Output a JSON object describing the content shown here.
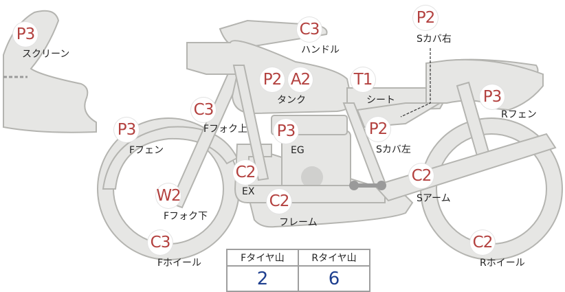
{
  "parts": [
    {
      "id": "screen",
      "grade": "P3",
      "label": "スクリーン"
    },
    {
      "id": "handle",
      "grade": "C3",
      "label": "ハンドル"
    },
    {
      "id": "scover-r",
      "grade": "P2",
      "label": "Sカバ右"
    },
    {
      "id": "tank",
      "grades": [
        "P2",
        "A2"
      ],
      "label": "タンク"
    },
    {
      "id": "seat",
      "grade": "T1",
      "label": "シート"
    },
    {
      "id": "rfender",
      "grade": "P3",
      "label": "Rフェン"
    },
    {
      "id": "ffender",
      "grade": "P3",
      "label": "Fフェン"
    },
    {
      "id": "ffork-up",
      "grade": "C3",
      "label": "Fフォク上"
    },
    {
      "id": "eg",
      "grade": "P3",
      "label": "EG"
    },
    {
      "id": "scover-l",
      "grade": "P2",
      "label": "Sカバ左"
    },
    {
      "id": "ex",
      "grade": "C2",
      "label": "EX"
    },
    {
      "id": "swingarm",
      "grade": "C2",
      "label": "Sアーム"
    },
    {
      "id": "ffork-low",
      "grade": "W2",
      "label": "Fフォク下"
    },
    {
      "id": "frame",
      "grade": "C2",
      "label": "フレーム"
    },
    {
      "id": "fwheel",
      "grade": "C3",
      "label": "Fホイール"
    },
    {
      "id": "rwheel",
      "grade": "C2",
      "label": "Rホイール"
    }
  ],
  "tire_table": {
    "front_header": "Fタイヤ山",
    "rear_header": "Rタイヤ山",
    "front_value": "2",
    "rear_value": "6"
  },
  "colors": {
    "part_fill": "#e6e6e4",
    "part_stroke": "#b4b4b0",
    "grade_text": "#b3413f",
    "value_text": "#1e3f8f"
  }
}
